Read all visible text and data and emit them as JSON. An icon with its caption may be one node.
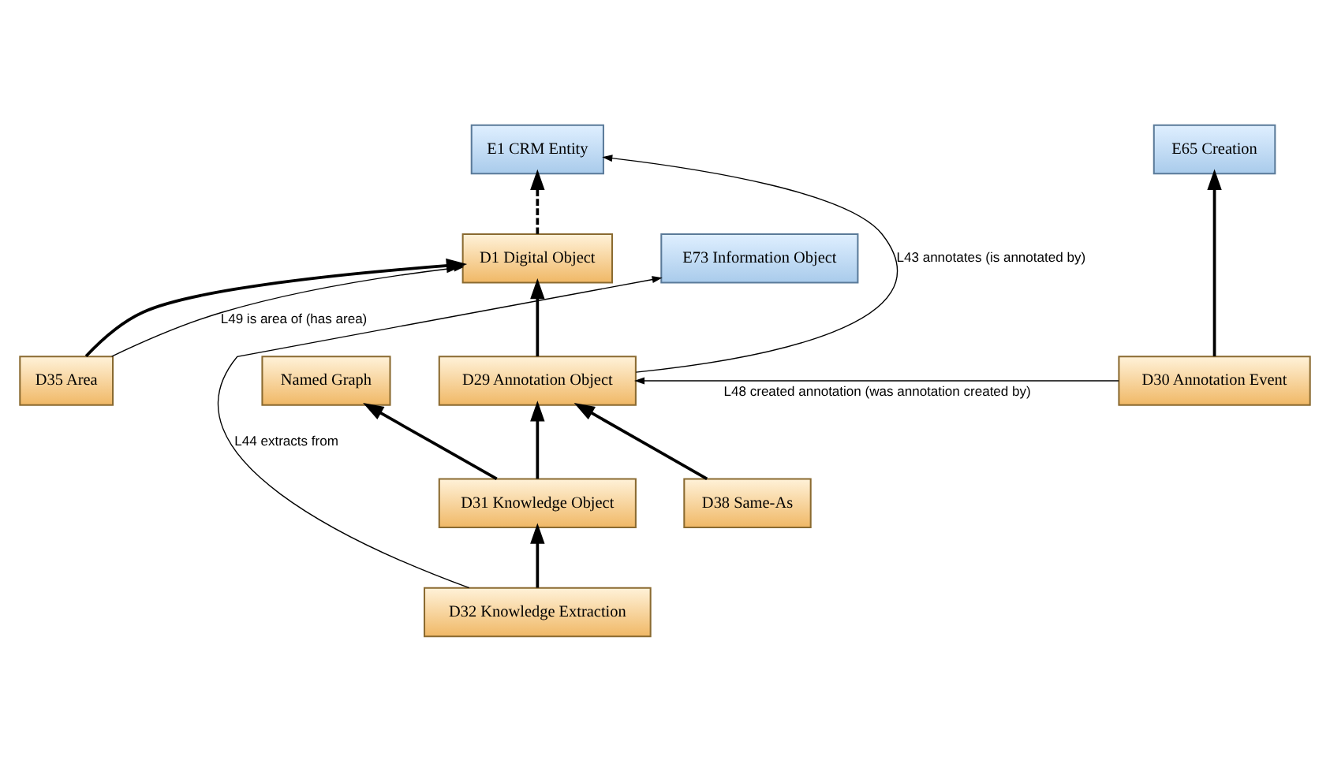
{
  "diagram": {
    "nodes": [
      {
        "text": [
          "E1 CRM Entity"
        ]
      },
      {
        "text": [
          "E65 Creation"
        ]
      },
      {
        "text": [
          "E73 Information Object"
        ]
      },
      {
        "text": [
          "D1 Digital Object"
        ]
      },
      {
        "text": [
          "D35 Area"
        ]
      },
      {
        "text": [
          "D30 Annotation Event"
        ]
      },
      {
        "text": [
          "D29 Annotation Object"
        ]
      },
      {
        "text": [
          "Named Graph"
        ]
      },
      {
        "text": [
          "D31 Knowledge Object"
        ]
      },
      {
        "text": [
          "D38 Same-As"
        ]
      },
      {
        "text": [
          "D32 Knowledge Extraction"
        ]
      }
    ],
    "edges": [
      {
        "from": 3,
        "to": 0,
        "arrow": "to",
        "style": "dashed"
      },
      {
        "from": 5,
        "to": 1,
        "arrow": "to"
      },
      {
        "from": 4,
        "to": 3,
        "arrow": "to"
      },
      {
        "from": 6,
        "to": 3,
        "arrow": "to"
      },
      {
        "from": 8,
        "to": 6,
        "arrow": "to"
      },
      {
        "from": 9,
        "to": 6,
        "arrow": "to"
      },
      {
        "from": 8,
        "to": 7,
        "arrow": "to"
      },
      {
        "from": 10,
        "to": 8,
        "arrow": "to"
      },
      {
        "from": 6,
        "to": 0,
        "arrow": "to",
        "label": "L43 annotates (is annotated by)"
      },
      {
        "from": 4,
        "to": 3,
        "arrow": "to",
        "label": "L49 is area of (has area)"
      },
      {
        "from": 5,
        "to": 6,
        "arrow": "to",
        "label": "L48 created annotation (was annotation created by)"
      },
      {
        "from": 10,
        "to": 2,
        "arrow": "to",
        "label": "L44 extracts from"
      }
    ]
  }
}
